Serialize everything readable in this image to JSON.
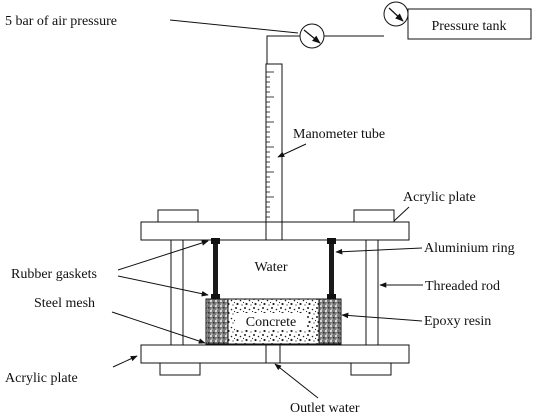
{
  "diagram": {
    "labels": {
      "air_pressure": "5 bar of air pressure",
      "pressure_tank": "Pressure tank",
      "manometer_tube": "Manometer tube",
      "acrylic_plate_top": "Acrylic plate",
      "aluminium_ring": "Aluminium ring",
      "rubber_gaskets": "Rubber gaskets",
      "water": "Water",
      "threaded_rod": "Threaded rod",
      "steel_mesh": "Steel mesh",
      "concrete": "Concrete",
      "epoxy_resin": "Epoxy resin",
      "acrylic_plate_bottom": "Acrylic plate",
      "outlet_water": "Outlet water"
    },
    "colors": {
      "line": "#111111",
      "background": "#ffffff",
      "epoxy_fill": "#888888"
    }
  }
}
